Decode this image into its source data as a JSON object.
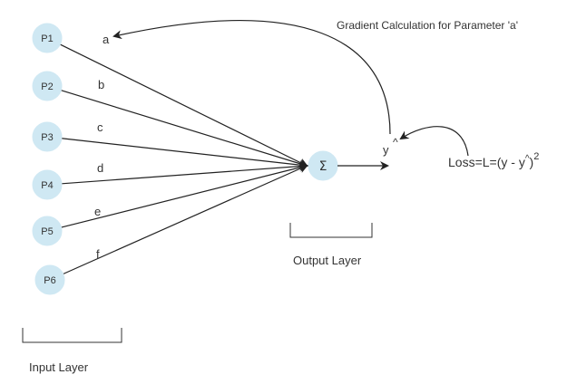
{
  "title": "Gradient Calculation for Parameter 'a'",
  "inputs": [
    {
      "label": "P1",
      "weight": "a"
    },
    {
      "label": "P2",
      "weight": "b"
    },
    {
      "label": "P3",
      "weight": "c"
    },
    {
      "label": "P4",
      "weight": "d"
    },
    {
      "label": "P5",
      "weight": "e"
    },
    {
      "label": "P6",
      "weight": "f"
    }
  ],
  "sum_symbol": "Σ",
  "output_symbol": "y",
  "output_hat": "^",
  "loss": {
    "prefix": "Loss=L=(y - y",
    "hat": "^",
    "suffix": ")",
    "exponent": "2"
  },
  "layers": {
    "output": "Output Layer",
    "input": "Input Layer"
  },
  "colors": {
    "node_fill": "#cfe8f3",
    "line": "#222222",
    "text": "#333333"
  }
}
